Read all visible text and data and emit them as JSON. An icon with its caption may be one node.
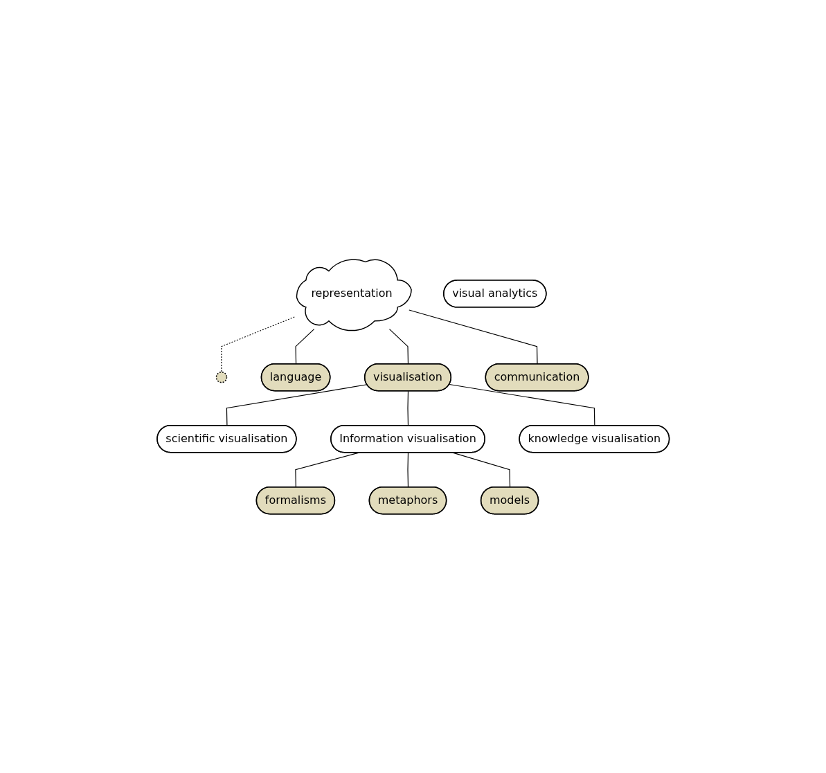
{
  "diagram": {
    "nodes": [
      {
        "text": [
          "representation"
        ]
      },
      {
        "text": [],
        "shape": "circle"
      },
      {
        "text": [
          "language"
        ]
      },
      {
        "text": [
          "visualisation"
        ]
      },
      {
        "text": [
          "communication"
        ]
      },
      {
        "text": [
          "scientific visualisation"
        ]
      },
      {
        "text": [
          "visual analytics"
        ]
      },
      {
        "text": [
          "Information visualisation"
        ]
      },
      {
        "text": [
          "knowledge visualisation"
        ]
      },
      {
        "text": [
          "formalisms"
        ]
      },
      {
        "text": [
          "metaphors"
        ]
      },
      {
        "text": [
          "models"
        ]
      }
    ],
    "edges": [
      {
        "from": 0,
        "to": 1,
        "arrow": "none",
        "style": "dashed"
      },
      {
        "from": 0,
        "to": 2,
        "arrow": "none"
      },
      {
        "from": 0,
        "to": 3,
        "arrow": "none"
      },
      {
        "from": 0,
        "to": 4,
        "arrow": "none"
      },
      {
        "from": 3,
        "to": 5,
        "arrow": "none"
      },
      {
        "from": 3,
        "to": 7,
        "arrow": "none"
      },
      {
        "from": 3,
        "to": 8,
        "arrow": "none"
      },
      {
        "from": 7,
        "to": 9,
        "arrow": "none"
      },
      {
        "from": 7,
        "to": 10,
        "arrow": "none"
      },
      {
        "from": 7,
        "to": 11,
        "arrow": "none"
      }
    ]
  }
}
